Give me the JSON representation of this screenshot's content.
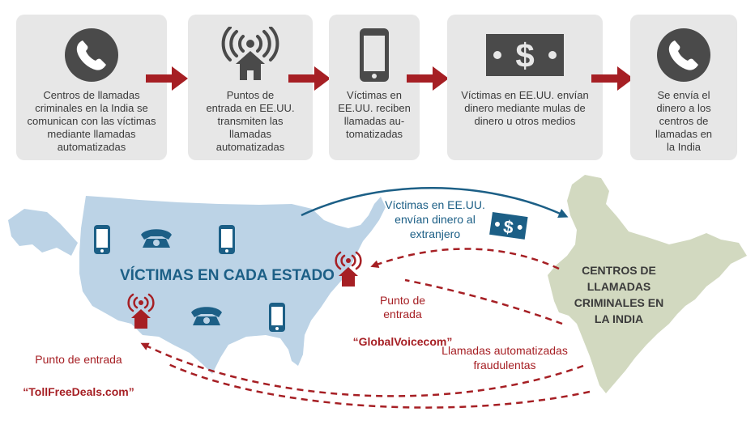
{
  "steps": [
    {
      "icon": "phone-handset-icon",
      "text": "Centros de llamadas\ncriminales en la India se\ncomunican con las víctimas\nmediante llamadas\nautomatizadas"
    },
    {
      "icon": "broadcast-house-icon",
      "text": "Puntos de\nentrada en EE.UU.\ntransmiten las\nllamadas\nautomatizadas"
    },
    {
      "icon": "mobile-phone-icon",
      "text": "Víctimas en\nEE.UU. reciben\nllamadas au-\ntomatizadas"
    },
    {
      "icon": "dollar-bill-icon",
      "text": "Víctimas en EE.UU. envían\ndinero mediante mulas de\ndinero u otros medios"
    },
    {
      "icon": "phone-handset-icon",
      "text": "Se envía el\ndinero a los\ncentros de\nllamadas en\nla India"
    }
  ],
  "map": {
    "usa_label": "VÍCTIMAS EN CADA ESTADO",
    "india_label": "CENTROS DE\nLLAMADAS\nCRIMINALES EN\nLA INDIA",
    "money_label": "Víctimas en EE.UU.\nenvían dinero al\nextranjero",
    "entry1_prefix": "Punto de\nentrada",
    "entry1_name": "“GlobalVoicecom”",
    "entry2_prefix": "Punto de entrada",
    "entry2_name": "“TollFreeDeals.com”",
    "calls_label": "Llamadas automatizadas\nfraudulentas"
  },
  "colors": {
    "box_bg": "#e7e7e7",
    "icon_dark": "#4a4a4a",
    "arrow_red": "#a61f24",
    "map_blue": "#bcd3e6",
    "india_green": "#d2d9c0",
    "navy": "#1c5f86",
    "red_text": "#a61f24"
  }
}
